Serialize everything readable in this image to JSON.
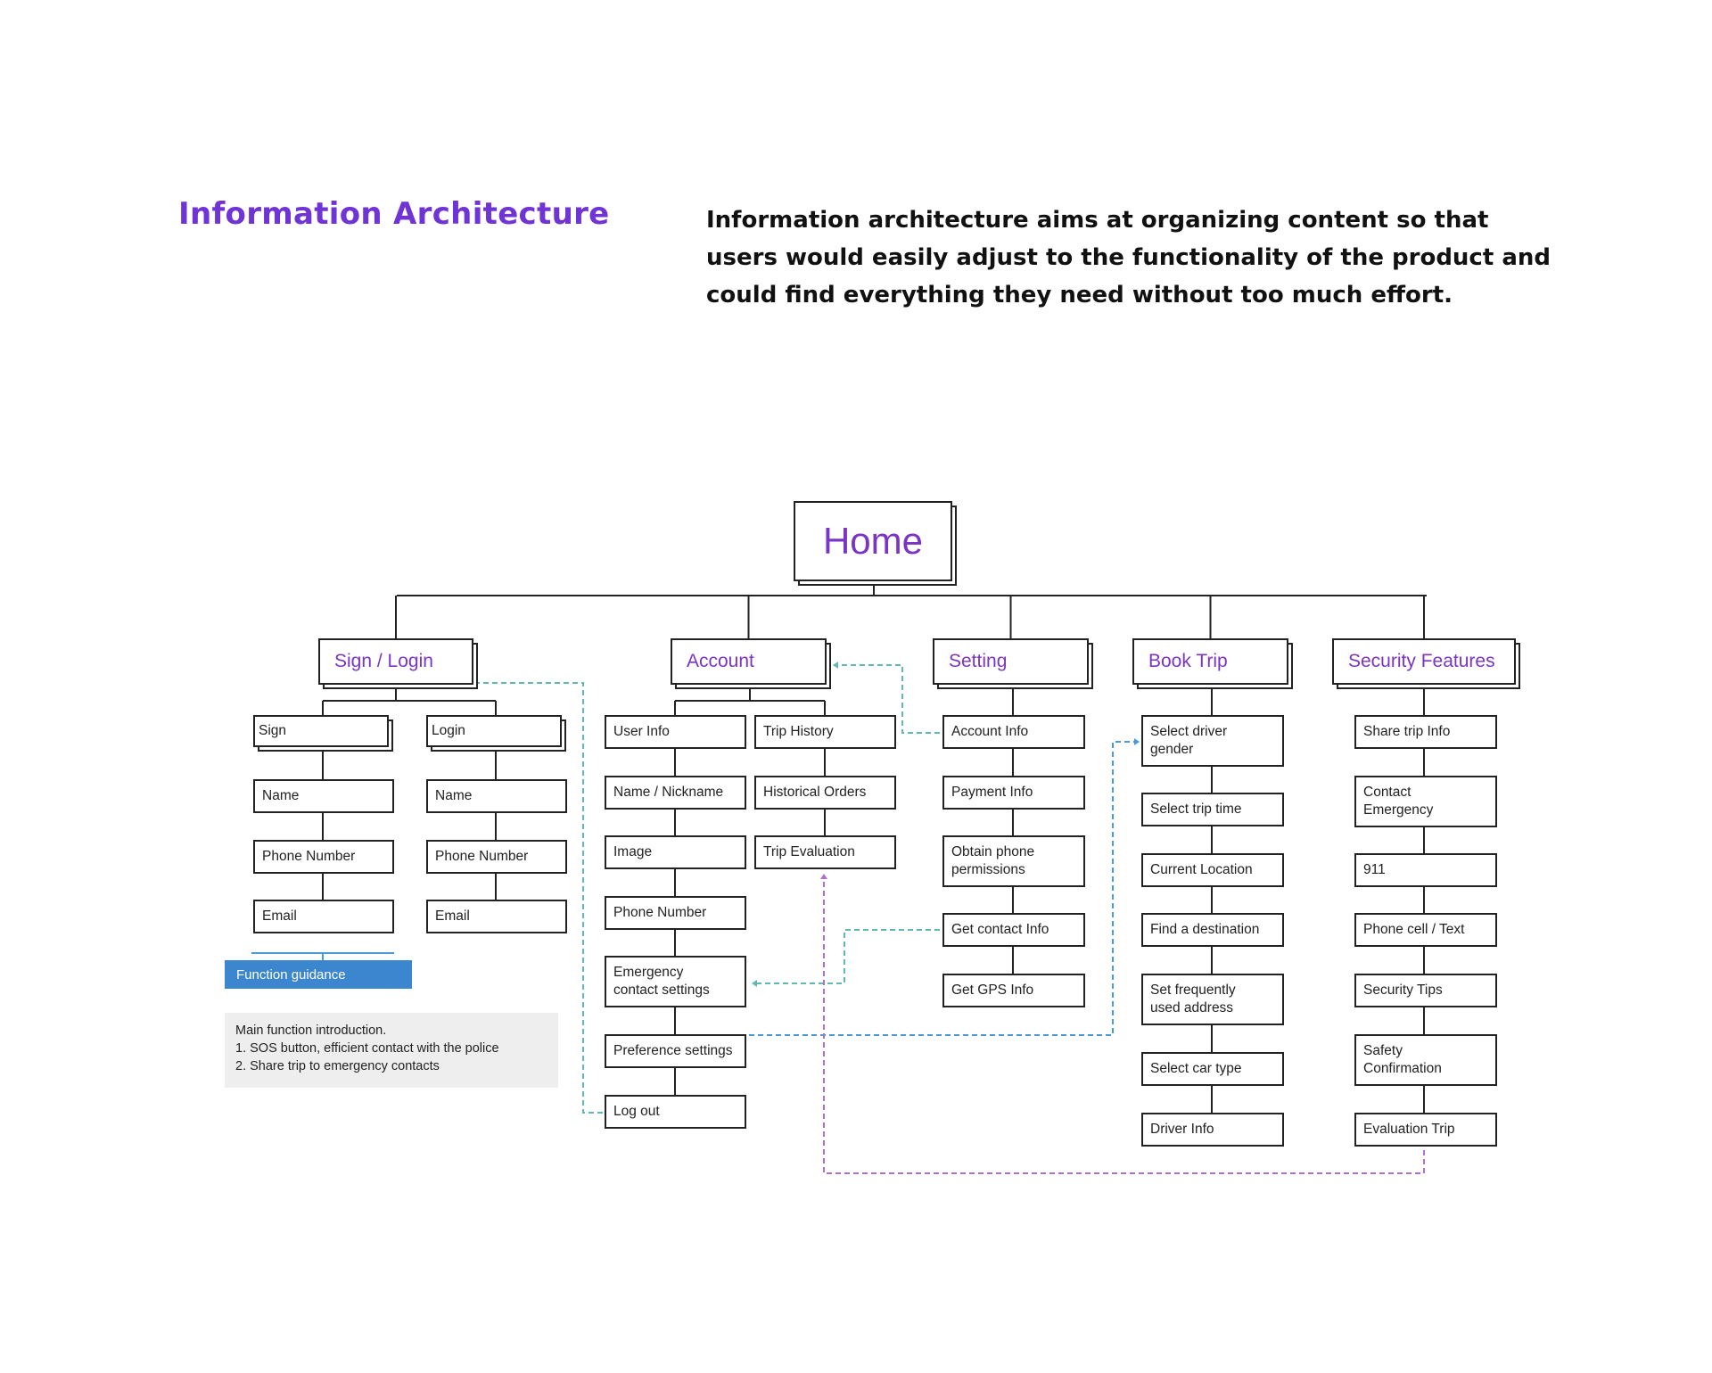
{
  "header": {
    "title": "Information Architecture",
    "description": "Information architecture aims at organizing content so that users would easily adjust to the functionality of the product and could find everything they need without too much effort."
  },
  "diagram": {
    "root": "Home",
    "categories": [
      {
        "id": "sign-login",
        "label": "Sign / Login"
      },
      {
        "id": "account",
        "label": "Account"
      },
      {
        "id": "setting",
        "label": "Setting"
      },
      {
        "id": "book-trip",
        "label": "Book Trip"
      },
      {
        "id": "security-features",
        "label": "Security Features"
      }
    ],
    "sign": {
      "label": "Sign",
      "items": [
        "Name",
        "Phone Number",
        "Email"
      ]
    },
    "login": {
      "label": "Login",
      "items": [
        "Name",
        "Phone Number",
        "Email"
      ]
    },
    "account_user": [
      "User Info",
      "Name / Nickname",
      "Image",
      "Phone Number",
      "Emergency\ncontact settings",
      "Preference settings",
      "Log out"
    ],
    "account_trip": [
      "Trip History",
      "Historical Orders",
      "Trip Evaluation"
    ],
    "setting_items": [
      "Account Info",
      "Payment Info",
      "Obtain phone\npermissions",
      "Get contact Info",
      "Get GPS Info"
    ],
    "book_trip_items": [
      "Select driver\ngender",
      "Select trip time",
      "Current Location",
      "Find a destination",
      "Set frequently\nused address",
      "Select car type",
      "Driver Info"
    ],
    "security_items": [
      "Share trip Info",
      "Contact\nEmergency",
      "911",
      "Phone cell / Text",
      "Security Tips",
      "Safety\nConfirmation",
      "Evaluation Trip"
    ],
    "function_guidance": {
      "label": "Function guidance",
      "lines": [
        "Main function introduction.",
        "1. SOS button, efficient contact with the police",
        "2. Share trip to emergency contacts"
      ]
    },
    "colors": {
      "heading": "#6f33d6",
      "category_text": "#7b35c4",
      "teal_dashed": "#5fb8b4",
      "blue_dashed": "#4a9ad8",
      "purple_dashed": "#b070d0",
      "guidance_bar": "#3b86cf"
    }
  }
}
